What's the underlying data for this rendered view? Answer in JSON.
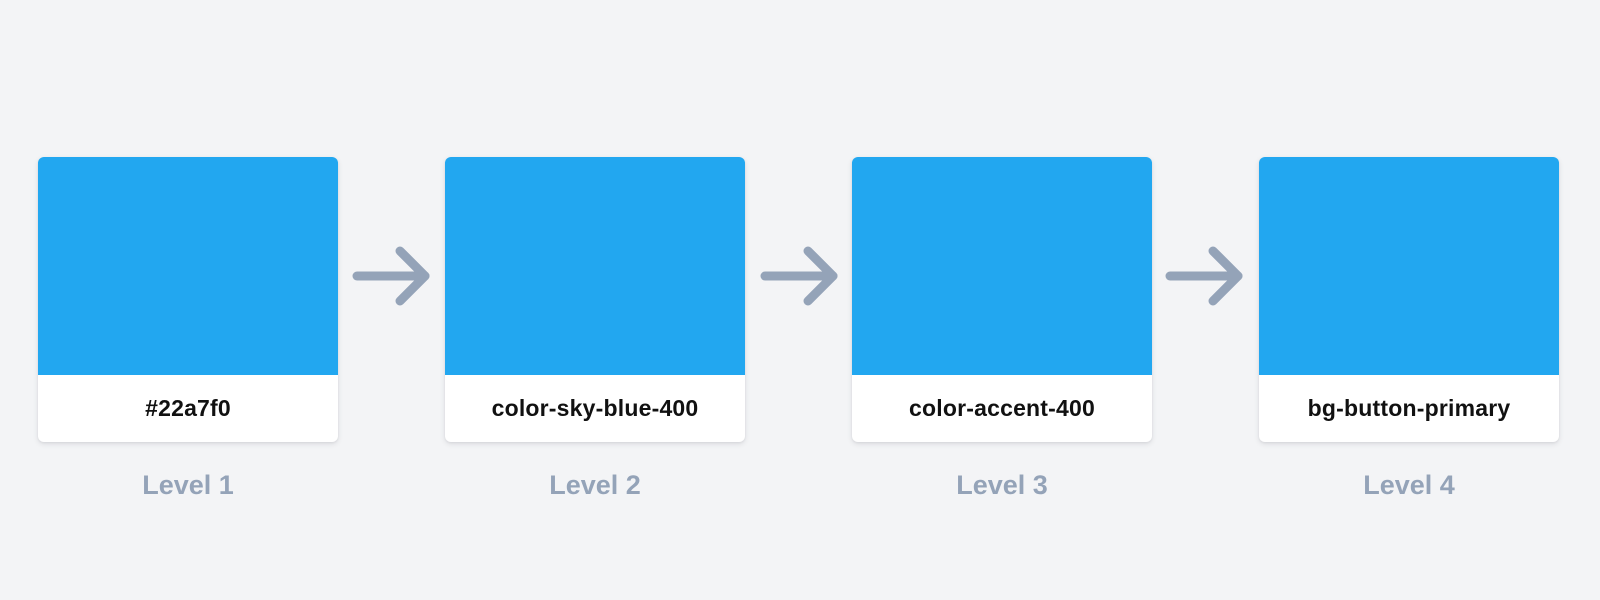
{
  "swatch_color": "#22a7f0",
  "arrow_color": "#94a3b8",
  "arrow_icon": "arrow-right-icon",
  "steps": [
    {
      "token": "#22a7f0",
      "level": "Level 1"
    },
    {
      "token": "color-sky-blue-400",
      "level": "Level 2"
    },
    {
      "token": "color-accent-400",
      "level": "Level 3"
    },
    {
      "token": "bg-button-primary",
      "level": "Level 4"
    }
  ]
}
